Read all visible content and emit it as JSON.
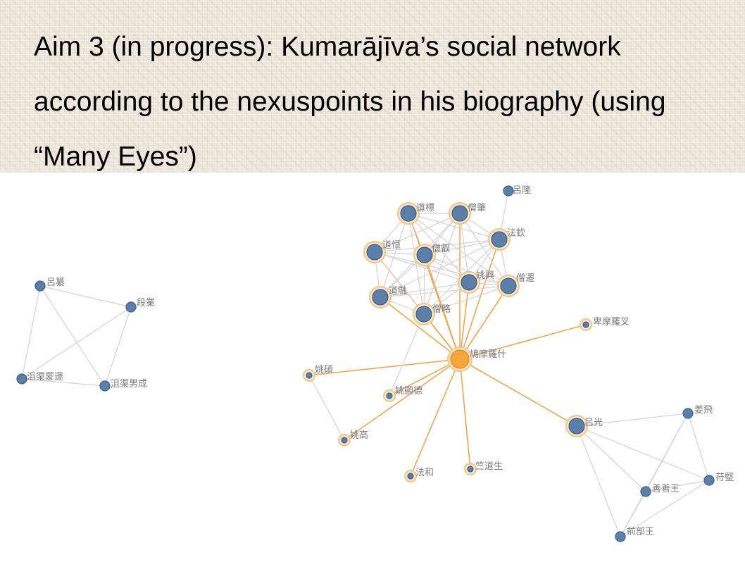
{
  "slide": {
    "title": "Aim 3 (in progress): Kumarājīva’s social network according to  the nexuspoints in his biography (using “Many Eyes”)"
  },
  "colors": {
    "node_default": "#5b7fa8",
    "node_default_stroke": "#3f5f85",
    "node_highlight": "#f5a53c",
    "ring": "#f1c488",
    "edge_default": "#d3d3d3",
    "edge_highlight": "#f0a550",
    "label": "#7a7a7a"
  },
  "network": {
    "nodes": [
      {
        "id": "lu_long",
        "label": "呂隆",
        "kind": "plain"
      },
      {
        "id": "dao_biao",
        "label": "道標",
        "kind": "ringed"
      },
      {
        "id": "seng_zhao",
        "label": "僧肇",
        "kind": "ringed"
      },
      {
        "id": "fa_qin",
        "label": "法欽",
        "kind": "ringed"
      },
      {
        "id": "dao_heng",
        "label": "道恒",
        "kind": "ringed"
      },
      {
        "id": "seng_rui",
        "label": "僧叡",
        "kind": "ringed"
      },
      {
        "id": "seng_qian",
        "label": "僧遷",
        "kind": "ringed"
      },
      {
        "id": "yao_xing",
        "label": "姚興",
        "kind": "ringed"
      },
      {
        "id": "dao_rong",
        "label": "道融",
        "kind": "ringed"
      },
      {
        "id": "seng_lue",
        "label": "僧略",
        "kind": "ringed"
      },
      {
        "id": "beimoluocha",
        "label": "卑摩羅叉",
        "kind": "ring-small"
      },
      {
        "id": "kumarajiva",
        "label": "鳩摩羅什",
        "kind": "center"
      },
      {
        "id": "yao_shuo",
        "label": "姚碩",
        "kind": "ring-small"
      },
      {
        "id": "yao_xiande",
        "label": "姚顯德",
        "kind": "ring-small"
      },
      {
        "id": "yao_gao",
        "label": "姚高",
        "kind": "ring-small"
      },
      {
        "id": "fa_he",
        "label": "法和",
        "kind": "ring-small"
      },
      {
        "id": "zhu_daosheng",
        "label": "竺道生",
        "kind": "ring-small"
      },
      {
        "id": "lu_guang",
        "label": "呂光",
        "kind": "ringed"
      },
      {
        "id": "jiang_fei",
        "label": "姜飛",
        "kind": "plain"
      },
      {
        "id": "fu_jian",
        "label": "苻堅",
        "kind": "plain"
      },
      {
        "id": "shanshan_wang",
        "label": "善善王",
        "kind": "plain"
      },
      {
        "id": "qianbu_wang",
        "label": "前部王",
        "kind": "plain"
      },
      {
        "id": "lu_zuan",
        "label": "呂纂",
        "kind": "plain"
      },
      {
        "id": "duan_ye",
        "label": "段業",
        "kind": "plain"
      },
      {
        "id": "juqu_mengxun",
        "label": "沮渠蒙遜",
        "kind": "plain"
      },
      {
        "id": "juqu_nancheng",
        "label": "沮渠男成",
        "kind": "plain"
      }
    ],
    "edges": [
      [
        "kumarajiva",
        "dao_biao"
      ],
      [
        "kumarajiva",
        "seng_zhao"
      ],
      [
        "kumarajiva",
        "fa_qin"
      ],
      [
        "kumarajiva",
        "dao_heng"
      ],
      [
        "kumarajiva",
        "seng_rui"
      ],
      [
        "kumarajiva",
        "seng_qian"
      ],
      [
        "kumarajiva",
        "yao_xing"
      ],
      [
        "kumarajiva",
        "dao_rong"
      ],
      [
        "kumarajiva",
        "seng_lue"
      ],
      [
        "kumarajiva",
        "beimoluocha"
      ],
      [
        "kumarajiva",
        "yao_shuo"
      ],
      [
        "kumarajiva",
        "yao_xiande"
      ],
      [
        "kumarajiva",
        "yao_gao"
      ],
      [
        "kumarajiva",
        "fa_he"
      ],
      [
        "kumarajiva",
        "zhu_daosheng"
      ],
      [
        "kumarajiva",
        "lu_guang"
      ],
      [
        "dao_biao",
        "seng_zhao"
      ],
      [
        "dao_biao",
        "fa_qin"
      ],
      [
        "dao_biao",
        "dao_heng"
      ],
      [
        "dao_biao",
        "seng_rui"
      ],
      [
        "dao_biao",
        "seng_qian"
      ],
      [
        "dao_biao",
        "yao_xing"
      ],
      [
        "dao_biao",
        "dao_rong"
      ],
      [
        "dao_biao",
        "seng_lue"
      ],
      [
        "seng_zhao",
        "fa_qin"
      ],
      [
        "seng_zhao",
        "dao_heng"
      ],
      [
        "seng_zhao",
        "seng_rui"
      ],
      [
        "seng_zhao",
        "seng_qian"
      ],
      [
        "seng_zhao",
        "yao_xing"
      ],
      [
        "seng_zhao",
        "dao_rong"
      ],
      [
        "seng_zhao",
        "seng_lue"
      ],
      [
        "fa_qin",
        "dao_heng"
      ],
      [
        "fa_qin",
        "seng_rui"
      ],
      [
        "fa_qin",
        "seng_qian"
      ],
      [
        "fa_qin",
        "yao_xing"
      ],
      [
        "fa_qin",
        "dao_rong"
      ],
      [
        "fa_qin",
        "seng_lue"
      ],
      [
        "fa_qin",
        "lu_long"
      ],
      [
        "dao_heng",
        "seng_rui"
      ],
      [
        "dao_heng",
        "seng_qian"
      ],
      [
        "dao_heng",
        "yao_xing"
      ],
      [
        "dao_heng",
        "dao_rong"
      ],
      [
        "dao_heng",
        "seng_lue"
      ],
      [
        "seng_rui",
        "seng_qian"
      ],
      [
        "seng_rui",
        "yao_xing"
      ],
      [
        "seng_rui",
        "dao_rong"
      ],
      [
        "seng_rui",
        "seng_lue"
      ],
      [
        "seng_qian",
        "yao_xing"
      ],
      [
        "seng_qian",
        "dao_rong"
      ],
      [
        "seng_qian",
        "seng_lue"
      ],
      [
        "yao_xing",
        "dao_rong"
      ],
      [
        "yao_xing",
        "seng_lue"
      ],
      [
        "dao_rong",
        "seng_lue"
      ],
      [
        "yao_xiande",
        "seng_lue"
      ],
      [
        "yao_shuo",
        "yao_gao"
      ],
      [
        "lu_guang",
        "jiang_fei"
      ],
      [
        "lu_guang",
        "fu_jian"
      ],
      [
        "lu_guang",
        "shanshan_wang"
      ],
      [
        "lu_guang",
        "qianbu_wang"
      ],
      [
        "jiang_fei",
        "fu_jian"
      ],
      [
        "jiang_fei",
        "shanshan_wang"
      ],
      [
        "jiang_fei",
        "qianbu_wang"
      ],
      [
        "fu_jian",
        "shanshan_wang"
      ],
      [
        "fu_jian",
        "qianbu_wang"
      ],
      [
        "shanshan_wang",
        "qianbu_wang"
      ],
      [
        "lu_zuan",
        "duan_ye"
      ],
      [
        "lu_zuan",
        "juqu_mengxun"
      ],
      [
        "lu_zuan",
        "juqu_nancheng"
      ],
      [
        "duan_ye",
        "juqu_mengxun"
      ],
      [
        "duan_ye",
        "juqu_nancheng"
      ],
      [
        "juqu_mengxun",
        "juqu_nancheng"
      ]
    ]
  }
}
